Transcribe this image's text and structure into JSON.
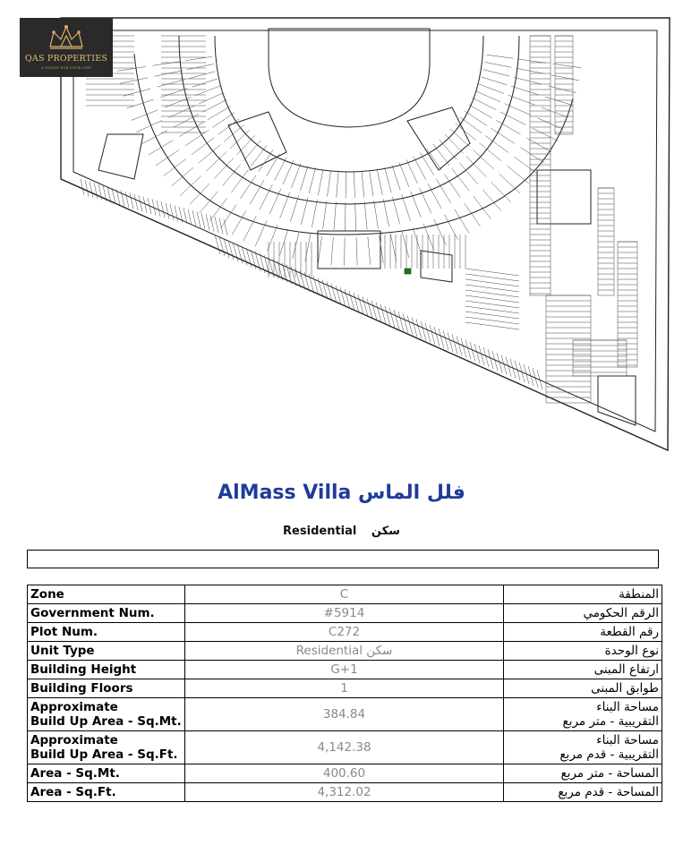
{
  "logo": {
    "brand": "QAS PROPERTIES",
    "tagline": "A VISION FOR YOUR LIFE",
    "icon": "crown-icon",
    "color": "#d8b26a"
  },
  "header": {
    "title": "AlMass Villa فلل الماس",
    "subtitle_en": "Residential",
    "subtitle_ar": "سكن",
    "title_color": "#1f3c9b"
  },
  "plan": {
    "highlight_color": "#1a7a1a"
  },
  "table": {
    "rows": [
      {
        "en": [
          "Zone"
        ],
        "value": "C",
        "ar": [
          "المنطقة"
        ]
      },
      {
        "en": [
          "Government Num."
        ],
        "value": "#5914",
        "ar": [
          "الرقم الحكومي"
        ]
      },
      {
        "en": [
          "Plot Num."
        ],
        "value": "C272",
        "ar": [
          "رقم القطعة"
        ]
      },
      {
        "en": [
          "Unit Type"
        ],
        "value": "Residential سكن",
        "ar": [
          "نوع الوحدة"
        ]
      },
      {
        "en": [
          "Building Height"
        ],
        "value": "G+1",
        "ar": [
          "ارتفاع المبنى"
        ]
      },
      {
        "en": [
          "Building Floors"
        ],
        "value": "1",
        "ar": [
          "طوابق المبنى"
        ]
      },
      {
        "en": [
          "Approximate",
          "Build Up Area - Sq.Mt."
        ],
        "value": "384.84",
        "ar": [
          "مساحة البناء",
          "التقريبية - متر مربع"
        ]
      },
      {
        "en": [
          "Approximate",
          "Build Up Area - Sq.Ft."
        ],
        "value": "4,142.38",
        "ar": [
          "مساحة البناء",
          "التقريبية - قدم مربع"
        ]
      },
      {
        "en": [
          "Area - Sq.Mt."
        ],
        "value": "400.60",
        "ar": [
          "المساحة - متر مربع"
        ]
      },
      {
        "en": [
          "Area - Sq.Ft."
        ],
        "value": "4,312.02",
        "ar": [
          "المساحة - قدم مربع"
        ]
      }
    ]
  }
}
